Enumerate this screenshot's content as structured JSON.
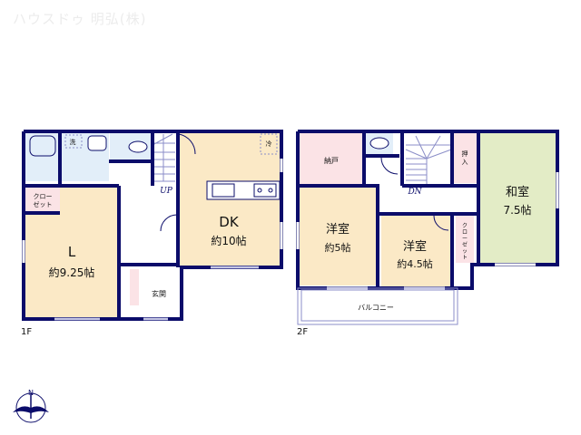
{
  "watermark": "ハウスドゥ 明弘(株)",
  "colors": {
    "wall": "#0b0c6a",
    "window_line": "#8b8ec8",
    "ldk_floor": "#fbe9c6",
    "wet_area": "#e2eef9",
    "storage": "#fbe3e6",
    "tatami": "#e3ecc6",
    "hall": "#ffffff"
  },
  "floor1": {
    "label": "1F",
    "rooms": {
      "living": {
        "name": "L",
        "size": "約9.25帖"
      },
      "dk": {
        "name": "DK",
        "size": "約10帖"
      },
      "closet": {
        "line1": "クロー",
        "line2": "ゼット"
      },
      "entrance": {
        "name": "玄関"
      },
      "laundry": {
        "name": "洗"
      },
      "fridge": {
        "name": "冷"
      }
    },
    "stairs_label": "UP"
  },
  "floor2": {
    "label": "2F",
    "rooms": {
      "storeroom": {
        "name": "納戸"
      },
      "western1": {
        "name": "洋室",
        "size": "約5帖"
      },
      "western2": {
        "name": "洋室",
        "size": "約4.5帖"
      },
      "japanese": {
        "name": "和室",
        "size": "7.5帖"
      },
      "oshiire": {
        "line1": "押",
        "line2": "入"
      },
      "closet": {
        "chars": [
          "ク",
          "ロ",
          "ー",
          "ゼ",
          "ッ",
          "ト"
        ]
      },
      "balcony": {
        "name": "バルコニー"
      }
    },
    "stairs_label": "DN"
  },
  "compass": {
    "label": "N"
  }
}
